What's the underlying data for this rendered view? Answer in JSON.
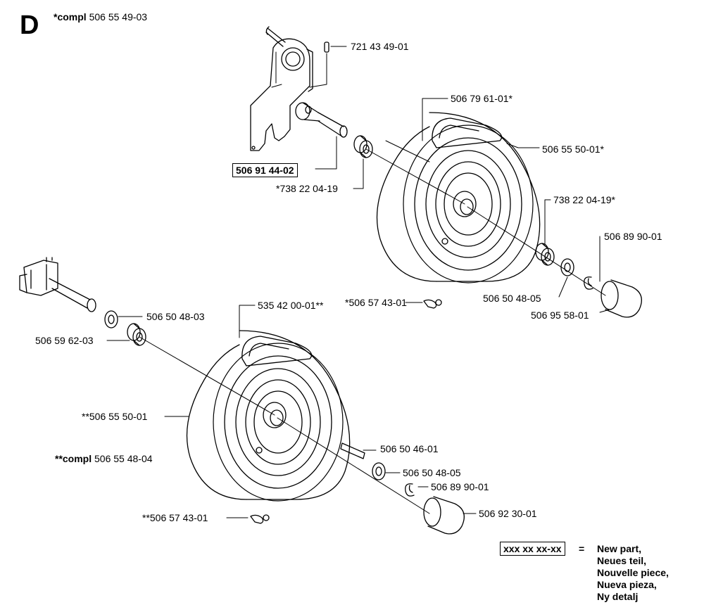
{
  "section": "D",
  "assembly_top": {
    "prefix": "*compl",
    "number": "506 55 49-03"
  },
  "assembly_bottom": {
    "prefix": "**compl",
    "number": "506 55 48-04"
  },
  "parts": {
    "p_721_43_49_01": "721 43 49-01",
    "p_506_79_61_01": "506 79 61-01*",
    "p_506_55_50_01_star": "506 55 50-01*",
    "p_506_91_44_02": "506 91 44-02",
    "p_738_22_04_19_pre": "*738 22 04-19",
    "p_738_22_04_19_post": "738 22 04-19*",
    "p_506_89_90_01_top": "506 89 90-01",
    "p_506_57_43_01_star": "*506 57 43-01",
    "p_506_50_48_05_top": "506 50 48-05",
    "p_506_95_58_01": "506 95 58-01",
    "p_506_50_48_03": "506 50 48-03",
    "p_535_42_00_01": "535 42 00-01**",
    "p_506_59_62_03": "506 59 62-03",
    "p_506_55_50_01_dstar": "**506 55 50-01",
    "p_506_50_46_01": "506 50 46-01",
    "p_506_50_48_05_bot": "506 50 48-05",
    "p_506_89_90_01_bot": "506 89 90-01",
    "p_506_57_43_01_dstar": "**506 57 43-01",
    "p_506_92_30_01": "506 92 30-01"
  },
  "legend": {
    "box": "xxx xx xx-xx",
    "eq": "=",
    "lines": [
      "New part,",
      "Neues teil,",
      "Nouvelle piece,",
      "Nueva pieza,",
      "Ny detalj"
    ]
  }
}
